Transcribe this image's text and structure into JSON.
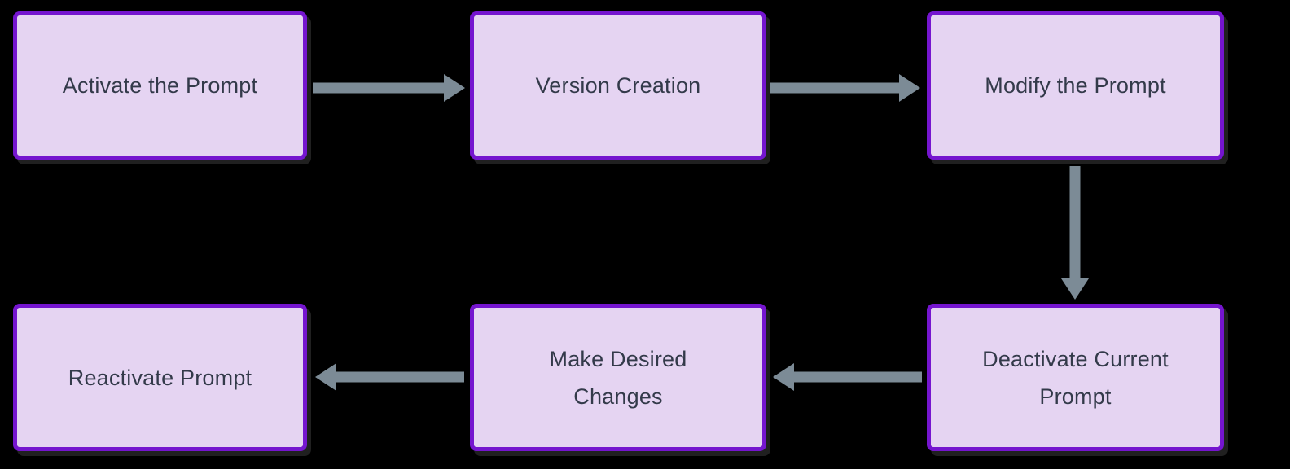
{
  "diagram": {
    "type": "flowchart",
    "colors": {
      "background": "#000000",
      "node_fill": "#e5d4f2",
      "node_border": "#7515cf",
      "node_text": "#333a4a",
      "arrow": "#7c8b96"
    },
    "nodes": [
      {
        "id": "activate-the-prompt",
        "label": "Activate the Prompt"
      },
      {
        "id": "version-creation",
        "label": "Version Creation"
      },
      {
        "id": "modify-the-prompt",
        "label": "Modify the Prompt"
      },
      {
        "id": "deactivate-current-prompt",
        "label": "Deactivate Current\nPrompt"
      },
      {
        "id": "make-desired-changes",
        "label": "Make Desired\nChanges"
      },
      {
        "id": "reactivate-prompt",
        "label": "Reactivate Prompt"
      }
    ],
    "edges": [
      {
        "from": "activate-the-prompt",
        "to": "version-creation"
      },
      {
        "from": "version-creation",
        "to": "modify-the-prompt"
      },
      {
        "from": "modify-the-prompt",
        "to": "deactivate-current-prompt"
      },
      {
        "from": "deactivate-current-prompt",
        "to": "make-desired-changes"
      },
      {
        "from": "make-desired-changes",
        "to": "reactivate-prompt"
      }
    ]
  }
}
